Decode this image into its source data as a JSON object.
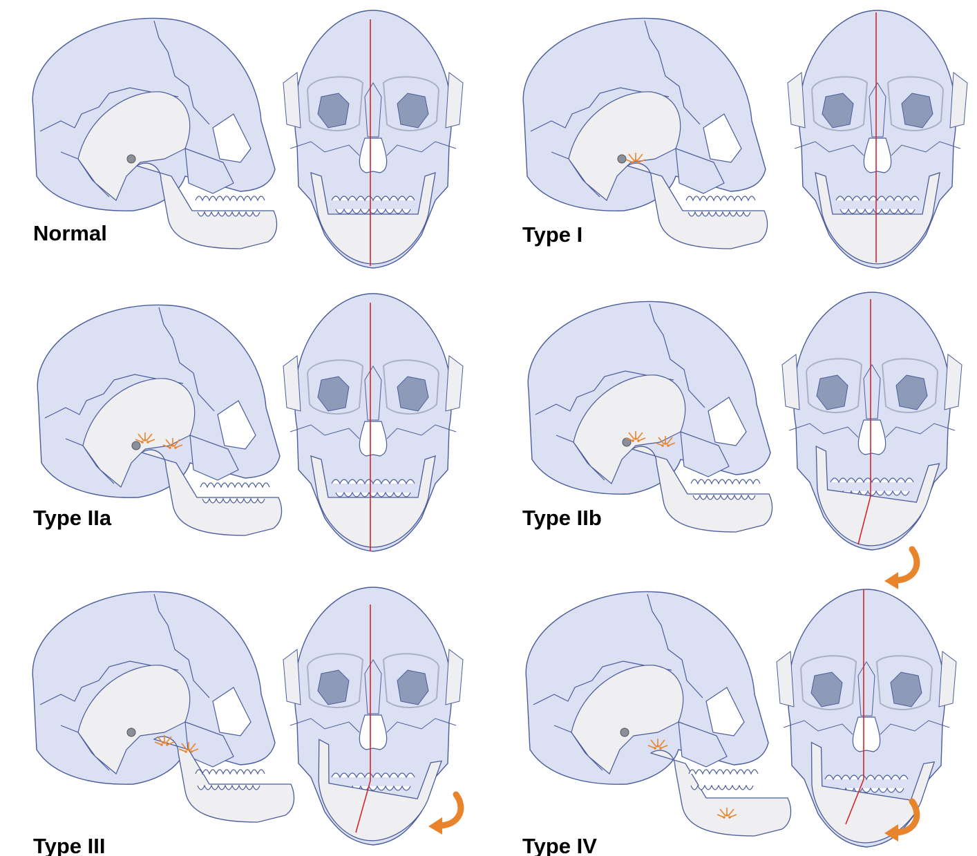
{
  "colors": {
    "bone_fill": "#dbe1f3",
    "jaw_fill": "#efeff1",
    "outline": "#4a5c9a",
    "orbit_fill": "#8d9ab8",
    "midline": "#d4242a",
    "arrow": "#e8842c"
  },
  "panels": [
    {
      "label": "Normal",
      "mandible_shift": "none",
      "compression_sites": [],
      "rotation_arrow": false
    },
    {
      "label": "Type I",
      "mandible_shift": "none",
      "compression_sites": [
        "condyle"
      ],
      "rotation_arrow": false
    },
    {
      "label": "Type IIa",
      "mandible_shift": "none",
      "compression_sites": [
        "condyle",
        "coronoid"
      ],
      "rotation_arrow": false
    },
    {
      "label": "Type IIb",
      "mandible_shift": "rotated",
      "compression_sites": [
        "condyle",
        "coronoid"
      ],
      "rotation_arrow": true
    },
    {
      "label": "Type III",
      "mandible_shift": "rotated",
      "compression_sites": [
        "ramus",
        "coronoid"
      ],
      "rotation_arrow": true
    },
    {
      "label": "Type IV",
      "mandible_shift": "displaced-down",
      "compression_sites": [
        "ramus",
        "chin"
      ],
      "rotation_arrow": true
    }
  ]
}
